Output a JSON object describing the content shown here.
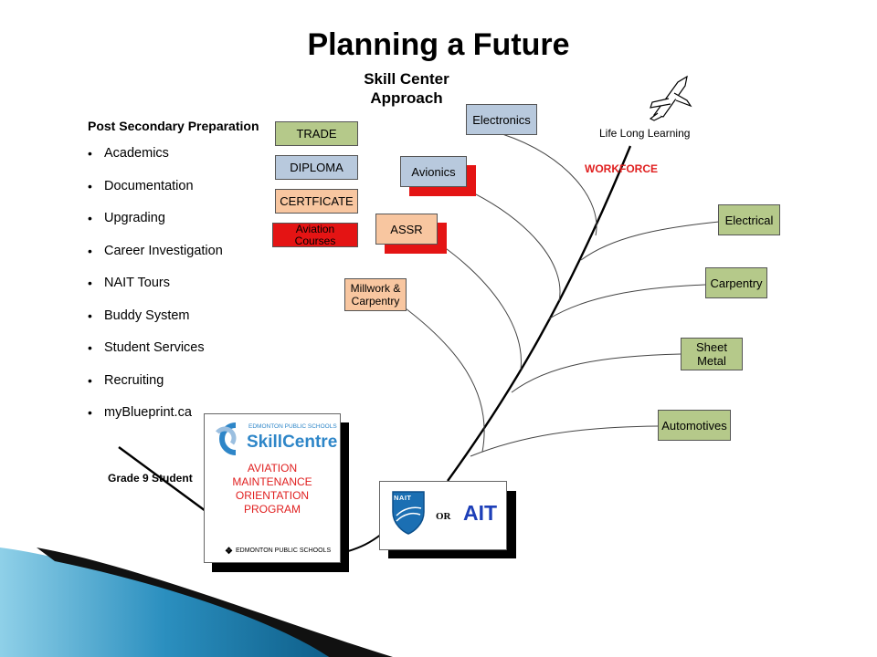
{
  "header": {
    "title": "Planning a Future",
    "subtitle_line1": "Skill Center",
    "subtitle_line2": "Approach"
  },
  "prep": {
    "heading": "Post Secondary Preparation",
    "items": [
      "Academics",
      "Documentation",
      "Upgrading",
      "Career Investigation",
      "NAIT Tours",
      "Buddy System",
      "Student Services",
      "Recruiting",
      "myBlueprint.ca"
    ]
  },
  "credentials": {
    "trade": "TRADE",
    "diploma": "DIPLOMA",
    "certificate": "CERTFICATE",
    "aviation_courses": "Aviation Courses"
  },
  "branches": {
    "electronics": "Electronics",
    "avionics": "Avionics",
    "assr": "ASSR",
    "millwork_line1": "Millwork &",
    "millwork_line2": "Carpentry",
    "electrical": "Electrical",
    "carpentry": "Carpentry",
    "sheet_line1": "Sheet",
    "sheet_line2": "Metal",
    "automotives": "Automotives"
  },
  "labels": {
    "life_long_learning": "Life Long Learning",
    "workforce": "WORKFORCE",
    "grade9": "Grade 9 Student",
    "or": "OR",
    "ait": "AIT",
    "nait": "NAIT"
  },
  "skillcentre": {
    "eps_small": "EDMONTON PUBLIC SCHOOLS",
    "brand": "SkillCentre",
    "program_line1": "AVIATION",
    "program_line2": "MAINTENANCE",
    "program_line3": "ORIENTATION",
    "program_line4": "PROGRAM",
    "footer": "EDMONTON PUBLIC SCHOOLS"
  },
  "colors": {
    "green": "#b5c98a",
    "blue": "#b8c9dd",
    "peach": "#f8c6a0",
    "red": "#e41414",
    "ait_blue": "#1d3fb8",
    "skill_blue": "#2e86c8",
    "program_red": "#e02020"
  }
}
